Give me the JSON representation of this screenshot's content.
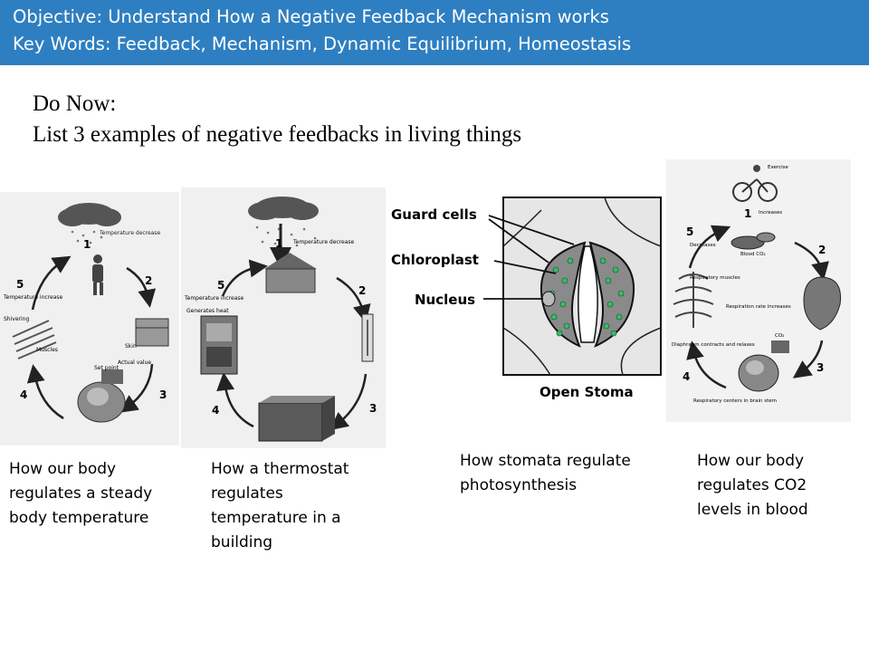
{
  "header": {
    "objective": "Objective: Understand How a Negative Feedback Mechanism works",
    "key_words": "Key Words: Feedback, Mechanism, Dynamic Equilibrium, Homeostasis"
  },
  "do_now": {
    "title": "Do Now:",
    "prompt": "List 3 examples of negative feedbacks in living things"
  },
  "figures": {
    "body_temperature": {
      "labels": {
        "temperature_decrease": "Temperature decrease",
        "temperature_increase": "Temperature increase",
        "shivering": "Shivering",
        "muscles": "Muscles",
        "skin": "Skin",
        "set_point": "Set point",
        "actual_value": "Actual value"
      },
      "steps": [
        "1",
        "2",
        "3",
        "4",
        "5"
      ],
      "caption": [
        "How our body",
        "regulates a steady",
        "body temperature"
      ]
    },
    "thermostat": {
      "labels": {
        "temperature_decrease": "Temperature decrease",
        "temperature_increase": "Temperature increase",
        "generates_heat": "Generates heat"
      },
      "steps": [
        "1",
        "2",
        "3",
        "4",
        "5"
      ],
      "caption": [
        "How a thermostat",
        "regulates",
        "temperature in a",
        "building"
      ]
    },
    "stomata": {
      "labels": {
        "guard_cells": "Guard cells",
        "chloroplast": "Chloroplast",
        "nucleus": "Nucleus",
        "open_stoma": "Open Stoma"
      },
      "caption": [
        "How stomata regulate",
        "photosynthesis"
      ]
    },
    "co2": {
      "labels": {
        "exercise": "Exercise",
        "increases": "Increases",
        "decreases": "Decreases",
        "blood_co2": "Blood CO₂",
        "respiratory_muscles": "Respiratory muscles",
        "respiration_rate_increases": "Respiration rate increases",
        "co2": "CO₂",
        "diaphragm": "Diaphragm contracts and relaxes",
        "respiratory_centers": "Respiratory centers in brain stem"
      },
      "steps": [
        "1",
        "2",
        "3",
        "4",
        "5"
      ],
      "caption": [
        "How our body",
        "regulates CO2",
        "levels in blood"
      ]
    }
  }
}
